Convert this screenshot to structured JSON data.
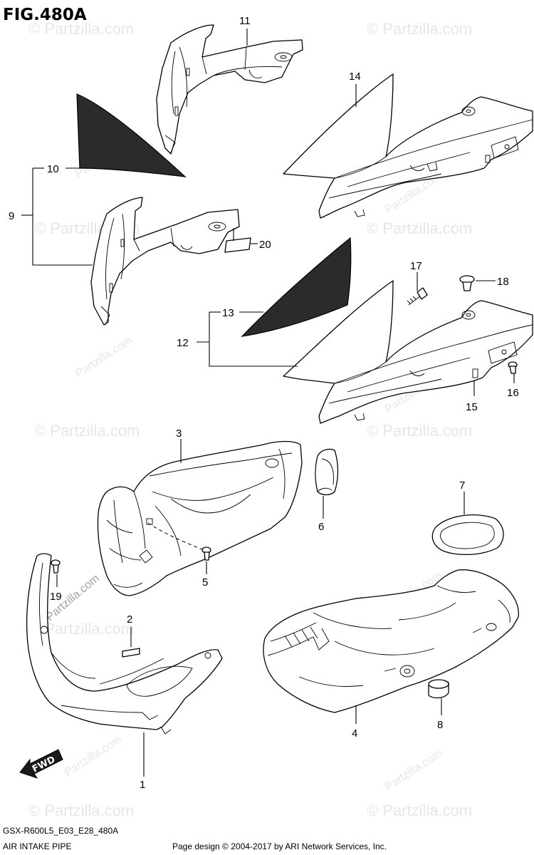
{
  "figure": {
    "title": "FIG.480A",
    "model_code": "GSX-R600L5_E03_E28_480A",
    "section_name": "AIR INTAKE PIPE",
    "copyright": "Page design © 2004-2017 by ARI Network Services, Inc."
  },
  "watermark": {
    "text": "© Partzilla.com",
    "diagonal_text": "Partzilla.com"
  },
  "direction_marker": {
    "text": "FWD"
  },
  "callouts": {
    "c1": "1",
    "c2": "2",
    "c3": "3",
    "c4": "4",
    "c5": "5",
    "c6": "6",
    "c7": "7",
    "c8": "8",
    "c9": "9",
    "c10": "10",
    "c11": "11",
    "c12": "12",
    "c13": "13",
    "c14": "14",
    "c15": "15",
    "c16": "16",
    "c17": "17",
    "c18": "18",
    "c19": "19",
    "c20": "20"
  }
}
